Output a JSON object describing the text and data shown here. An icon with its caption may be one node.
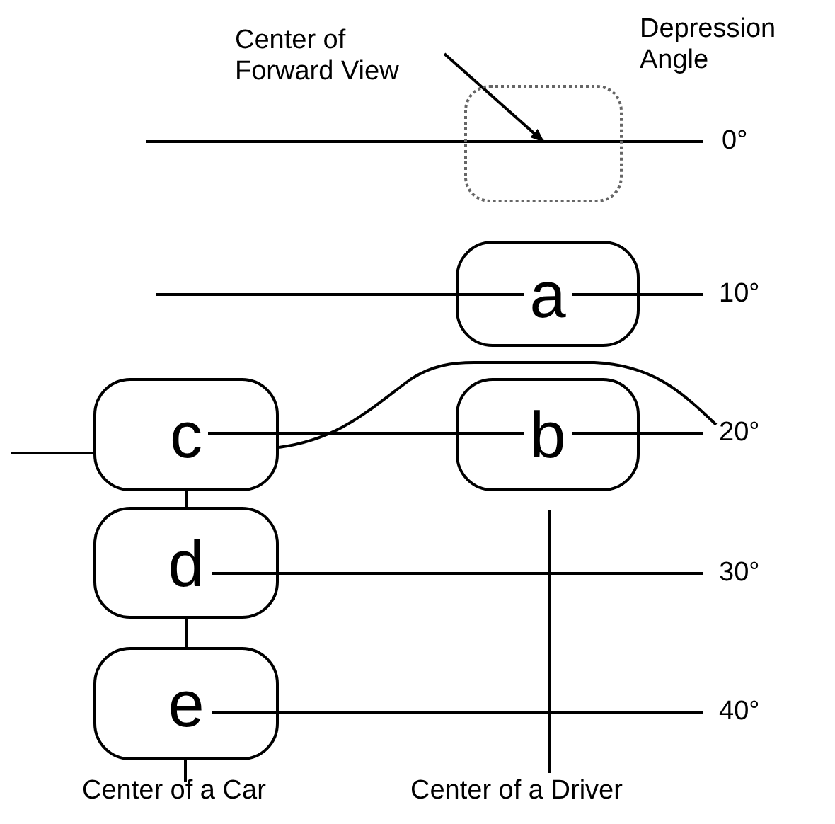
{
  "diagram": {
    "nodes": [
      {
        "text": [],
        "shape": "box"
      },
      {
        "text": [
          "a"
        ]
      },
      {
        "text": [
          "b"
        ]
      },
      {
        "text": [
          "c"
        ]
      },
      {
        "text": [
          "d"
        ]
      },
      {
        "text": [
          "e"
        ]
      },
      {
        "text": [
          "Center of Forward View"
        ]
      }
    ],
    "edges": [
      {
        "from": 6,
        "to": 0,
        "arrow": "to"
      },
      {
        "from": 3,
        "to": 4,
        "arrow": "none"
      },
      {
        "from": 4,
        "to": 5,
        "arrow": "none"
      }
    ],
    "labels": [
      "Depression Angle",
      "0°",
      "10°",
      "20°",
      "30°",
      "40°",
      "Center of a Car",
      "Center of a Driver"
    ]
  }
}
